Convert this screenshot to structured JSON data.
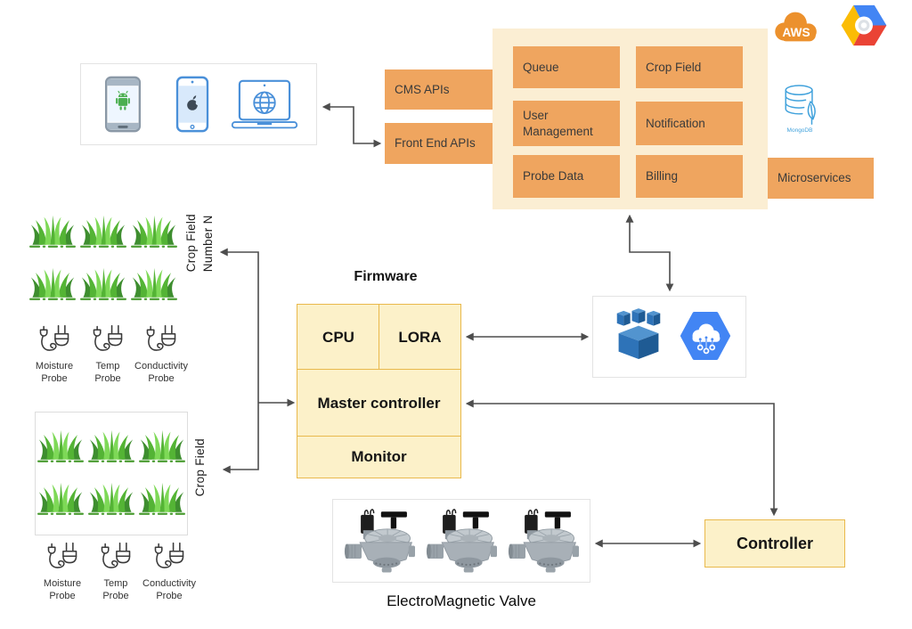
{
  "colors": {
    "orange_box": "#EFA55F",
    "panel_bg": "#FBEED3",
    "firmware_fill": "#FCF1C9",
    "firmware_border": "#E9B94C",
    "arrow": "#4D4D4D",
    "aws_orange": "#EC912D",
    "gcp_blue": "#4285F4",
    "mongo_blue": "#41A2DC",
    "grass_green": "#54B435"
  },
  "logos": {
    "aws_label": "AWS",
    "mongodb_label": "MongoDB"
  },
  "api": {
    "cms": "CMS APIs",
    "frontend": "Front End APIs"
  },
  "services": {
    "items": [
      "Queue",
      "Crop Field",
      "User Management",
      "Notification",
      "Probe Data",
      "Billing"
    ],
    "microservices": "Microservices"
  },
  "firmware": {
    "title": "Firmware",
    "cpu": "CPU",
    "lora": "LORA",
    "master": "Master controller",
    "monitor": "Monitor"
  },
  "controller": {
    "label": "Controller"
  },
  "valve": {
    "label": "ElectroMagnetic Valve"
  },
  "fields": {
    "field_n_label": "Crop Field\nNumber N",
    "field_label": "Crop Field",
    "probes": [
      "Moisture\nProbe",
      "Temp\nProbe",
      "Conductivity\nProbe"
    ]
  },
  "icons": [
    "android-phone-icon",
    "iphone-icon",
    "laptop-globe-icon",
    "aws-cloud-logo",
    "google-cloud-logo",
    "mongodb-icon",
    "greengrass-icon",
    "cloud-iot-core-icon",
    "grass-icon",
    "probe-icon",
    "valve-icon"
  ]
}
